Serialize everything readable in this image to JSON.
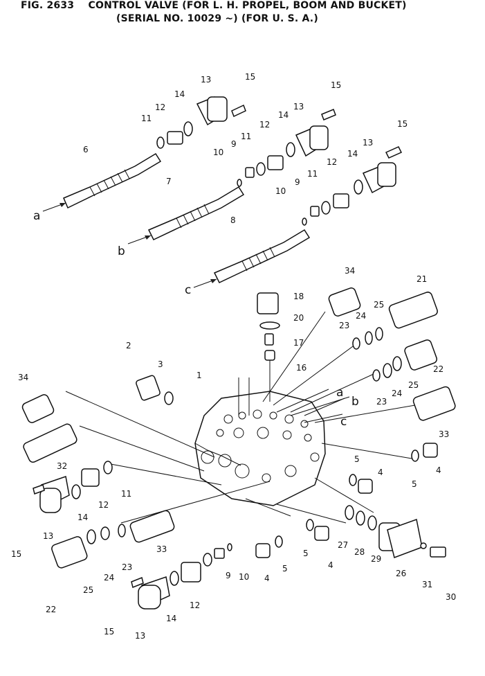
{
  "title": {
    "line1": "FIG. 2633    CONTROL VALVE (FOR L. H. PROPEL, BOOM AND BUCKET)",
    "line2": "(SERIAL NO. 10029 ~) (FOR U. S. A.)"
  },
  "callouts": [
    "a",
    "b",
    "c",
    "a",
    "b",
    "c",
    "1",
    "2",
    "3",
    "4",
    "4",
    "4",
    "4",
    "5",
    "5",
    "5",
    "5",
    "6",
    "7",
    "8",
    "9",
    "9",
    "9",
    "10",
    "10",
    "10",
    "11",
    "11",
    "11",
    "11",
    "12",
    "12",
    "12",
    "12",
    "12",
    "13",
    "13",
    "13",
    "13",
    "13",
    "14",
    "14",
    "14",
    "14",
    "14",
    "15",
    "15",
    "15",
    "15",
    "15",
    "16",
    "17",
    "18",
    "20",
    "21",
    "22",
    "22",
    "23",
    "23",
    "23",
    "24",
    "24",
    "24",
    "25",
    "25",
    "25",
    "26",
    "27",
    "28",
    "29",
    "30",
    "31",
    "32",
    "33",
    "33",
    "34",
    "34"
  ]
}
